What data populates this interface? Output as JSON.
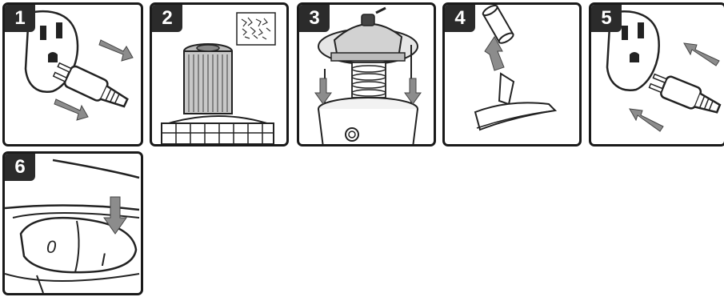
{
  "steps": [
    {
      "number": "1",
      "icon": "unplug-icon"
    },
    {
      "number": "2",
      "icon": "filter-install-icon"
    },
    {
      "number": "3",
      "icon": "vacuum-lid-icon"
    },
    {
      "number": "4",
      "icon": "nozzle-attach-icon"
    },
    {
      "number": "5",
      "icon": "plug-in-icon"
    },
    {
      "number": "6",
      "icon": "power-switch-icon"
    }
  ],
  "switch": {
    "off_label": "0",
    "on_label": "I"
  },
  "colors": {
    "border": "#1a1a1a",
    "badge": "#2b2b2b",
    "arrow": "#8c8c8c"
  }
}
